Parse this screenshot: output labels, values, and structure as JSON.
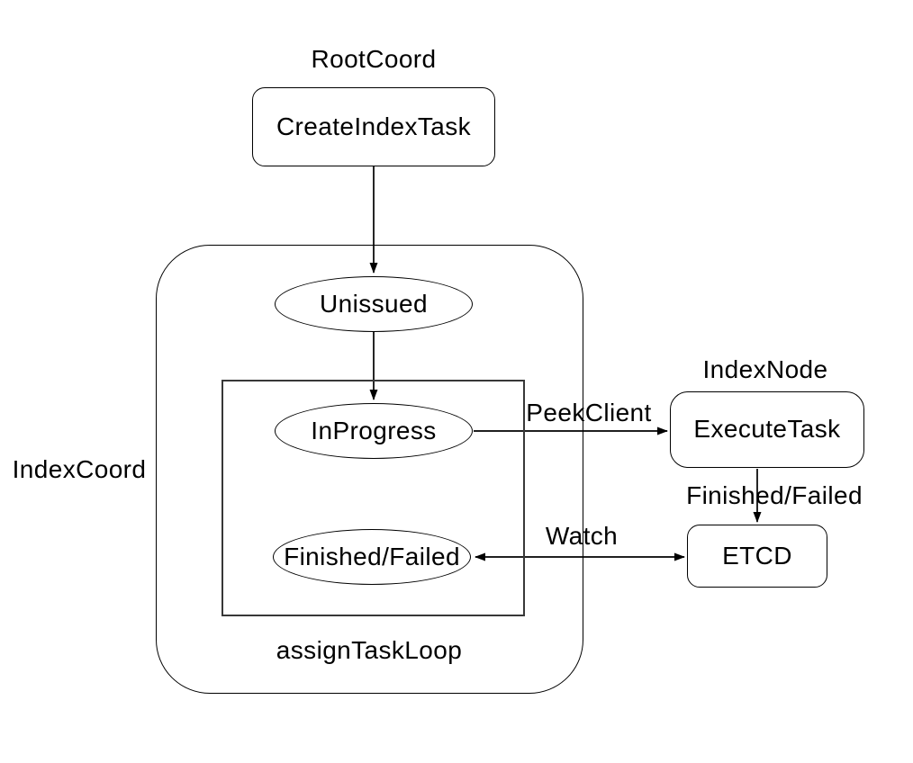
{
  "diagram": {
    "type": "flowchart",
    "labels": {
      "rootcoord": "RootCoord",
      "indexcoord": "IndexCoord",
      "indexnode": "IndexNode",
      "assign_task_loop": "assignTaskLoop"
    },
    "nodes": {
      "create_index_task": "CreateIndexTask",
      "unissued": "Unissued",
      "in_progress": "InProgress",
      "finished_failed": "Finished/Failed",
      "execute_task": "ExecuteTask",
      "etcd": "ETCD"
    },
    "edge_labels": {
      "peek_client": "PeekClient",
      "finished_failed": "Finished/Failed",
      "watch": "Watch"
    },
    "edges": [
      "CreateIndexTask -> Unissued",
      "Unissued -> InProgress",
      "InProgress -> ExecuteTask (PeekClient)",
      "ExecuteTask -> ETCD (Finished/Failed)",
      "Finished/Failed <-> ETCD (Watch)"
    ],
    "colors": {
      "stroke": "#000000",
      "inner_rect_stroke": "#383838",
      "fill": "#ffffff",
      "text": "#000000"
    }
  }
}
